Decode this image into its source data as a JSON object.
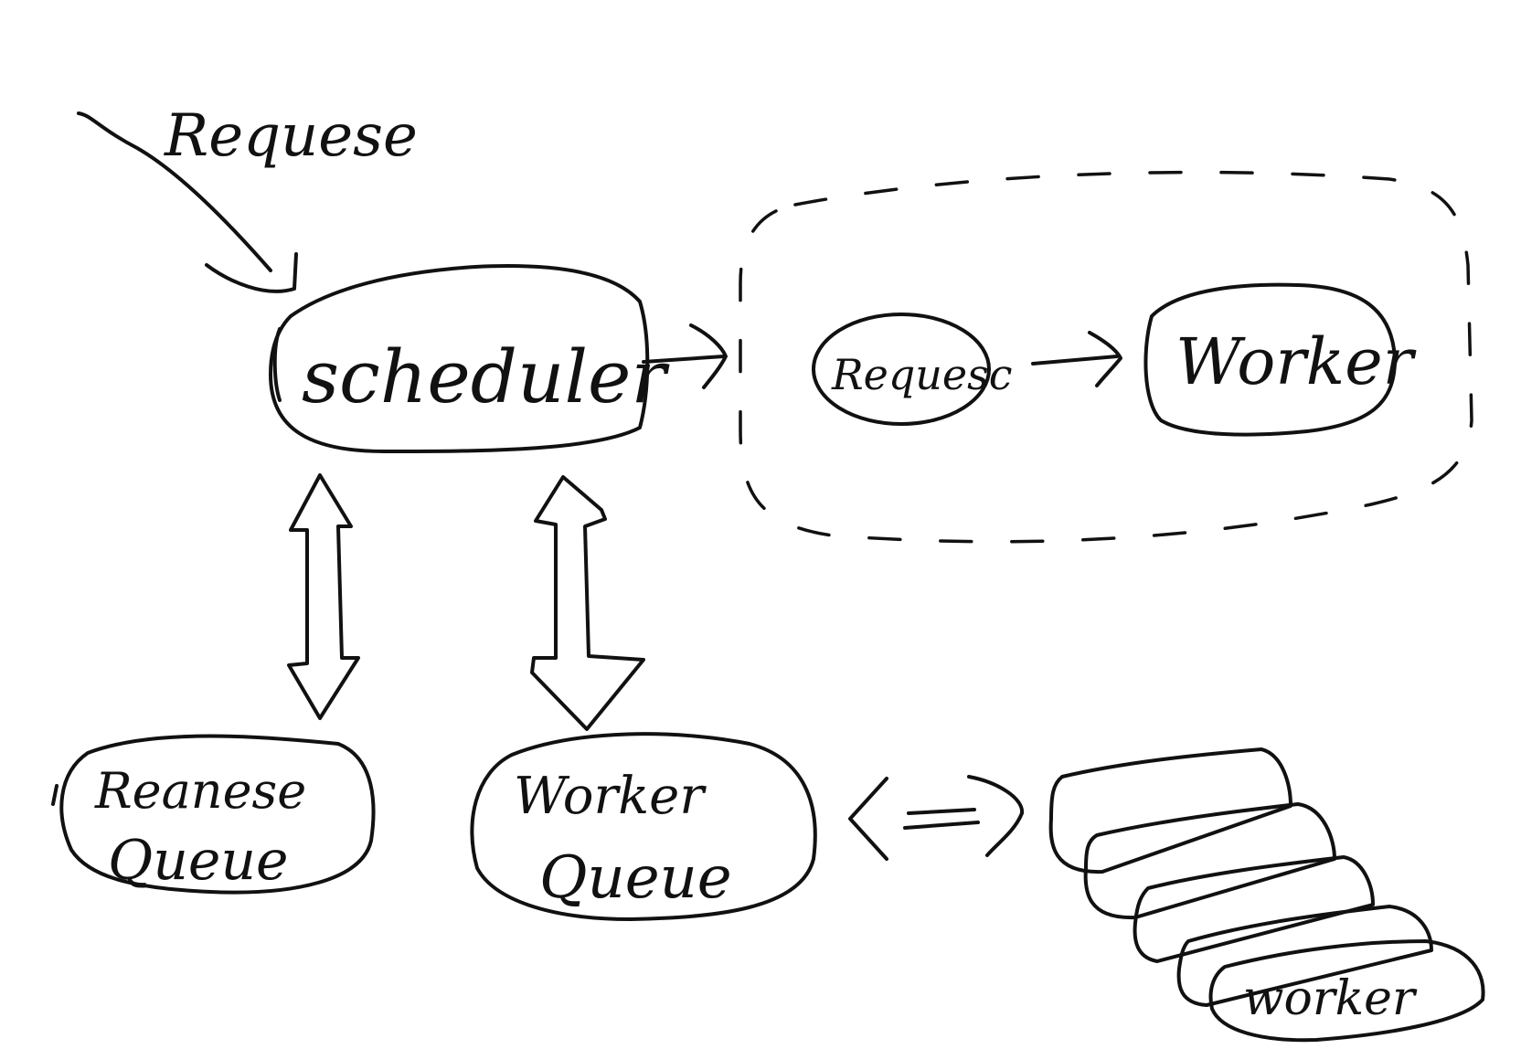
{
  "diagram": {
    "incoming_label": "Requese",
    "scheduler_label": "scheduler",
    "request_node_label": "Requesc",
    "worker_node_label": "Worker",
    "request_queue_label_line1": "Reanese",
    "request_queue_label_line2": "Queue",
    "worker_queue_label_line1": "Worker",
    "worker_queue_label_line2": "Queue",
    "worker_pool_label": "worker",
    "colors": {
      "ink": "#111111",
      "background": "#ffffff"
    }
  }
}
